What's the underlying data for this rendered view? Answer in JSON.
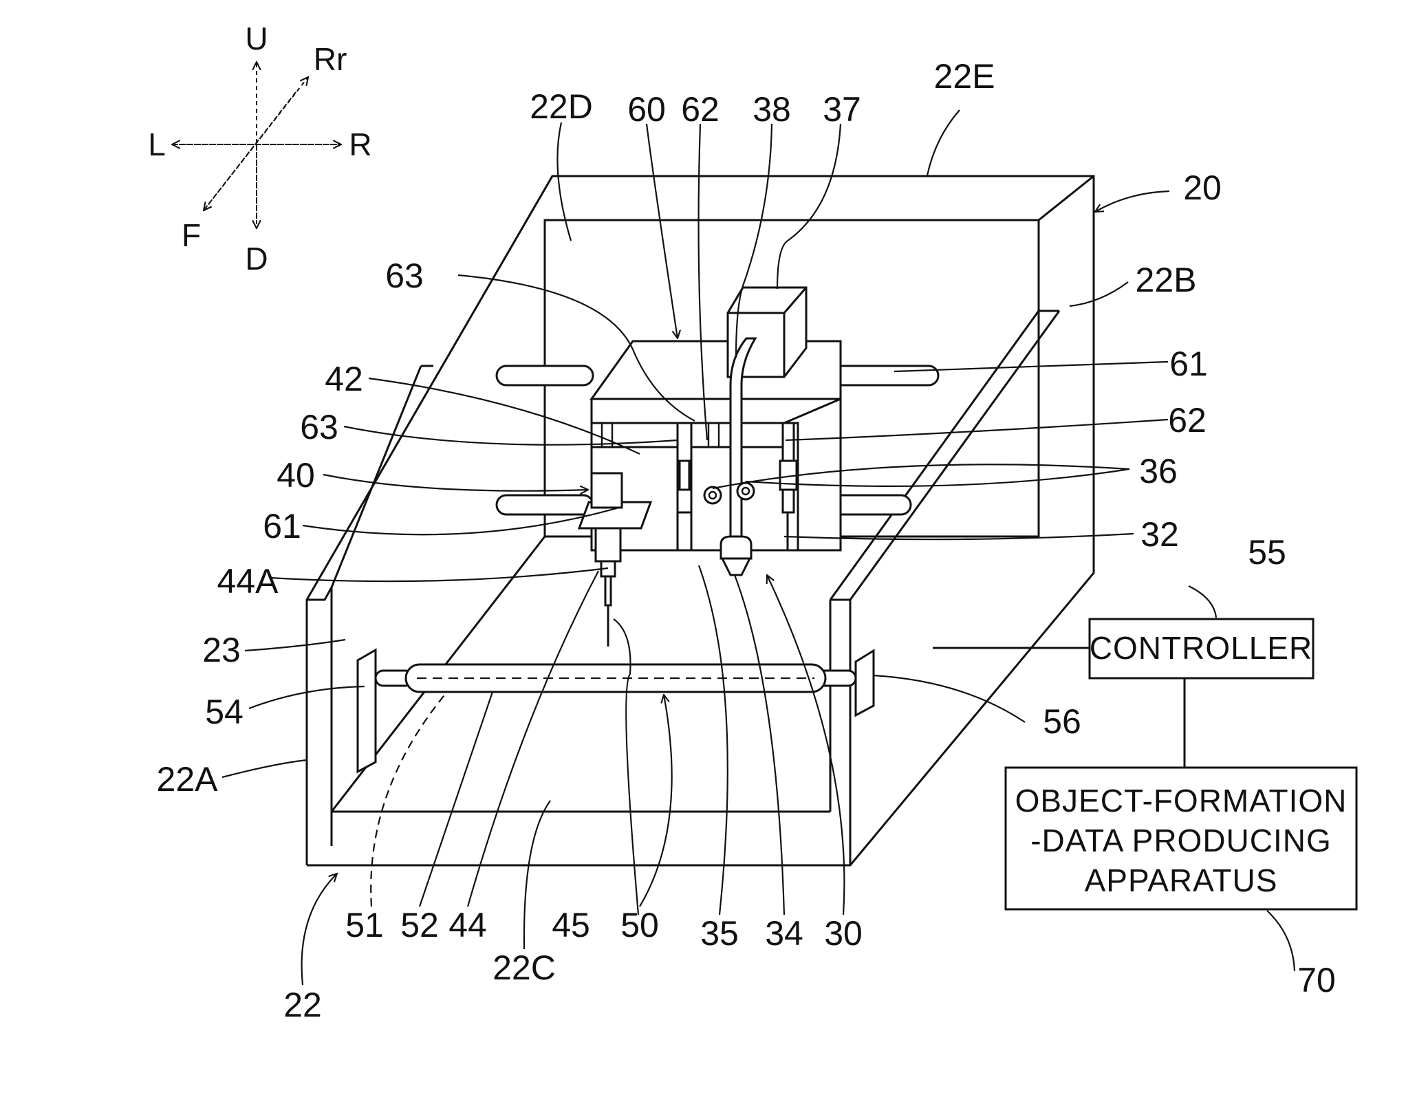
{
  "direction_arrows": {
    "up": "U",
    "down": "D",
    "left": "L",
    "right": "R",
    "rear": "Rr",
    "front": "F"
  },
  "labels": {
    "r20": "20",
    "r22": "22",
    "r22A": "22A",
    "r22B": "22B",
    "r22C": "22C",
    "r22D": "22D",
    "r22E": "22E",
    "r23": "23",
    "r30": "30",
    "r32": "32",
    "r34": "34",
    "r35": "35",
    "r36": "36",
    "r37": "37",
    "r38": "38",
    "r40": "40",
    "r42": "42",
    "r44": "44",
    "r44A": "44A",
    "r45": "45",
    "r50": "50",
    "r51": "51",
    "r52": "52",
    "r54": "54",
    "r55": "55",
    "r56": "56",
    "r60": "60",
    "r61_right": "61",
    "r61_left": "61",
    "r62_top": "62",
    "r62_right": "62",
    "r63_top": "63",
    "r63_mid": "63",
    "r70": "70"
  },
  "controller": {
    "label": "CONTROLLER"
  },
  "data_apparatus": {
    "line1": "OBJECT-FORMATION",
    "line2": "-DATA PRODUCING",
    "line3": "APPARATUS"
  }
}
